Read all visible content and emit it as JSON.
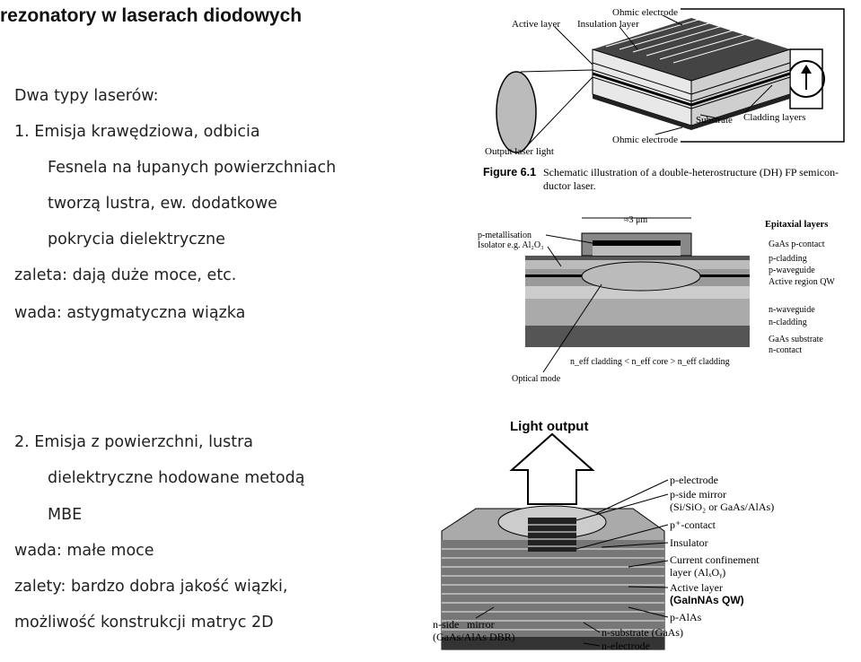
{
  "slide": {
    "title": "rezonatory w laserach diodowych",
    "left_text": {
      "intro": "Dwa typy laserów:",
      "item1_line1": "1.   Emisja krawędziowa, odbicia",
      "item1_line2": "Fesnela na łupanych powierzchniach",
      "item1_line3": "tworzą lustra, ew. dodatkowe",
      "item1_line4": "pokrycia dielektryczne",
      "pros1": "zaleta: dają duże moce, etc.",
      "cons1": "wada: astygmatyczna wiązka",
      "item2_line1": "2.   Emisja z powierzchni, lustra",
      "item2_line2": "dielektryczne hodowane metodą",
      "item2_line3": "MBE",
      "cons2": "wada: małe moce",
      "pros2_line1": "zalety: bardzo dobra jakość wiązki,",
      "pros2_line2": "możliwość konstrukcji matryc 2D"
    }
  },
  "fig1": {
    "labels": {
      "active_layer": "Active layer",
      "insulation_layer": "Insulation layer",
      "ohmic_top": "Ohmic electrode",
      "substrate": "Substrate",
      "cladding": "Cladding layers",
      "ohmic_bottom": "Ohmic electrode",
      "output": "Output laser light"
    },
    "caption_fig": "Figure 6.1",
    "caption_text1": "Schematic illustration of a double-heterostructure (DH) FP semicon-",
    "caption_text2": "ductor laser."
  },
  "fig2": {
    "labels": {
      "width": "≈3 μm",
      "epitaxial": "Epitaxial layers",
      "p_metal": "p-metallisation",
      "isolator": "Isolator e.g. Al₂O₃",
      "gaas_p": "GaAs p-contact",
      "p_clad": "p-cladding",
      "p_wave": "p-waveguide",
      "active": "Active region QW",
      "n_wave": "n-waveguide",
      "n_clad": "n-cladding",
      "gaas_sub": "GaAs  substrate",
      "n_contact": "n-contact",
      "neff": "n_eff cladding < n_eff core > n_eff cladding",
      "optical_mode": "Optical mode"
    }
  },
  "fig3": {
    "labels": {
      "light_output": "Light output",
      "p_electrode": "p-electrode",
      "p_mirror1": "p-side mirror",
      "p_mirror2": "(Si/SiO₂ or GaAs/AlAs)",
      "p_contact": "p⁺-contact",
      "insulator": "Insulator",
      "ccl1": "Current confinement",
      "ccl2": "layer (AlₓOᵧ)",
      "active1": "Active layer",
      "active2": "(GaInNAs QW)",
      "palas": "p-AlAs",
      "n_mirror1": "n-side",
      "n_mirror2": "mirror",
      "n_mirror3": "(GaAs/AlAs DBR)",
      "n_substrate": "n-substrate (GaAs)",
      "n_electrode": "n-electrode"
    }
  }
}
